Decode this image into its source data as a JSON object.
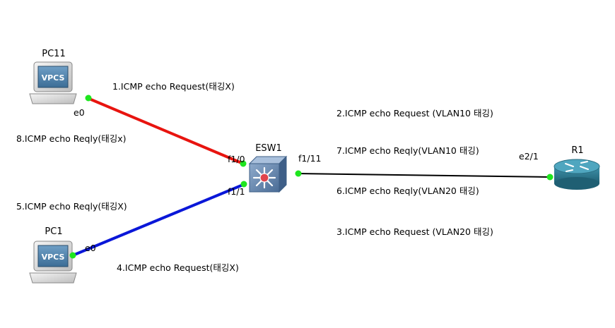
{
  "colors": {
    "link_pc11": "#e8140f",
    "link_pc1": "#0a17d8",
    "link_r1": "#000000",
    "port_dot": "#1ee61e",
    "router": "#2f7f95",
    "switch": "#5c7fa8",
    "vpcs_screen": "#4a7fa8"
  },
  "devices": {
    "pc11": {
      "name": "PC11",
      "screen_text": "VPCS",
      "icon": "vpcs-computer-icon"
    },
    "pc1": {
      "name": "PC1",
      "screen_text": "VPCS",
      "icon": "vpcs-computer-icon"
    },
    "esw1": {
      "name": "ESW1",
      "icon": "multilayer-switch-icon"
    },
    "r1": {
      "name": "R1",
      "icon": "router-icon"
    }
  },
  "ports": {
    "pc11_e0": "e0",
    "pc1_e0": "e0",
    "esw1_f1_0": "f1/0",
    "esw1_f1_1": "f1/1",
    "esw1_f1_11": "f1/11",
    "r1_e2_1": "e2/1"
  },
  "annotations": {
    "step1": "1.ICMP echo Request(태깅X)",
    "step2": "2.ICMP echo Request (VLAN10 태깅)",
    "step3": "3.ICMP echo Request (VLAN20 태깅)",
    "step4": "4.ICMP echo Request(태깅X)",
    "step5": "5.ICMP echo Reqly(태깅X)",
    "step6": "6.ICMP echo Reqly(VLAN20 태깅)",
    "step7": "7.ICMP echo Reqly(VLAN10 태깅)",
    "step8": "8.ICMP echo Reqly(태깅x)"
  }
}
